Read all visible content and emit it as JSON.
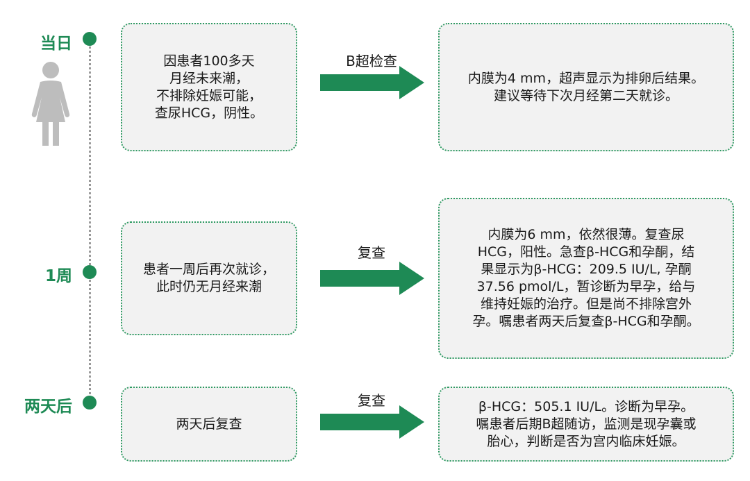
{
  "colors": {
    "accent": "#1e8a55",
    "card_fill": "#f2f2f2",
    "card_border": "#2e9a62",
    "figure": "#bdbdbd"
  },
  "icons": {
    "person": "woman-icon"
  },
  "stages": [
    {
      "label": "当日",
      "left_box": "因患者100多天\n月经未来潮，\n不排除妊娠可能，\n查尿HCG，阴性。",
      "arrow_label": "B超检查",
      "right_box": "内膜为4 mm，超声显示为排卵后结果。\n建议等待下次月经第二天就诊。"
    },
    {
      "label": "1周",
      "left_box": "患者一周后再次就诊，\n此时仍无月经来潮",
      "arrow_label": "复查",
      "right_box": "内膜为6 mm，依然很薄。复查尿\nHCG，阳性。急查β-HCG和孕酮，结\n果显示为β-HCG：209.5 IU/L, 孕酮\n37.56 pmol/L，暂诊断为早孕，给与\n维持妊娠的治疗。但是尚不排除宫外\n孕。嘱患者两天后复查β-HCG和孕酮。"
    },
    {
      "label": "两天后",
      "left_box": "两天后复查",
      "arrow_label": "复查",
      "right_box": "β-HCG：505.1 IU/L。诊断为早孕。\n嘱患者后期B超随访，监测是现孕囊或\n胎心，判断是否为宫内临床妊娠。"
    }
  ]
}
